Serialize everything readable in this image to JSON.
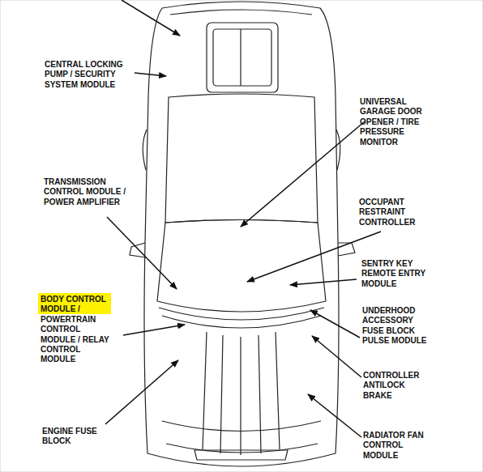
{
  "diagram": {
    "labels": [
      "CENTRAL LOCKING PUMP / SECURITY SYSTEM MODULE",
      "UNIVERSAL GARAGE DOOR OPENER / TIRE PRESSURE MONITOR",
      "TRANSMISSION CONTROL MODULE / POWER AMPLIFIER",
      "OCCUPANT RESTRAINT CONTROLLER",
      "SENTRY KEY REMOTE ENTRY MODULE",
      "BODY CONTROL MODULE / POWERTRAIN CONTROL MODULE / RELAY CONTROL MODULE",
      "UNDERHOOD ACCESSORY FUSE BLOCK PULSE MODULE",
      "CONTROLLER ANTILOCK BRAKE",
      "ENGINE FUSE BLOCK",
      "RADIATOR FAN CONTROL MODULE"
    ]
  }
}
